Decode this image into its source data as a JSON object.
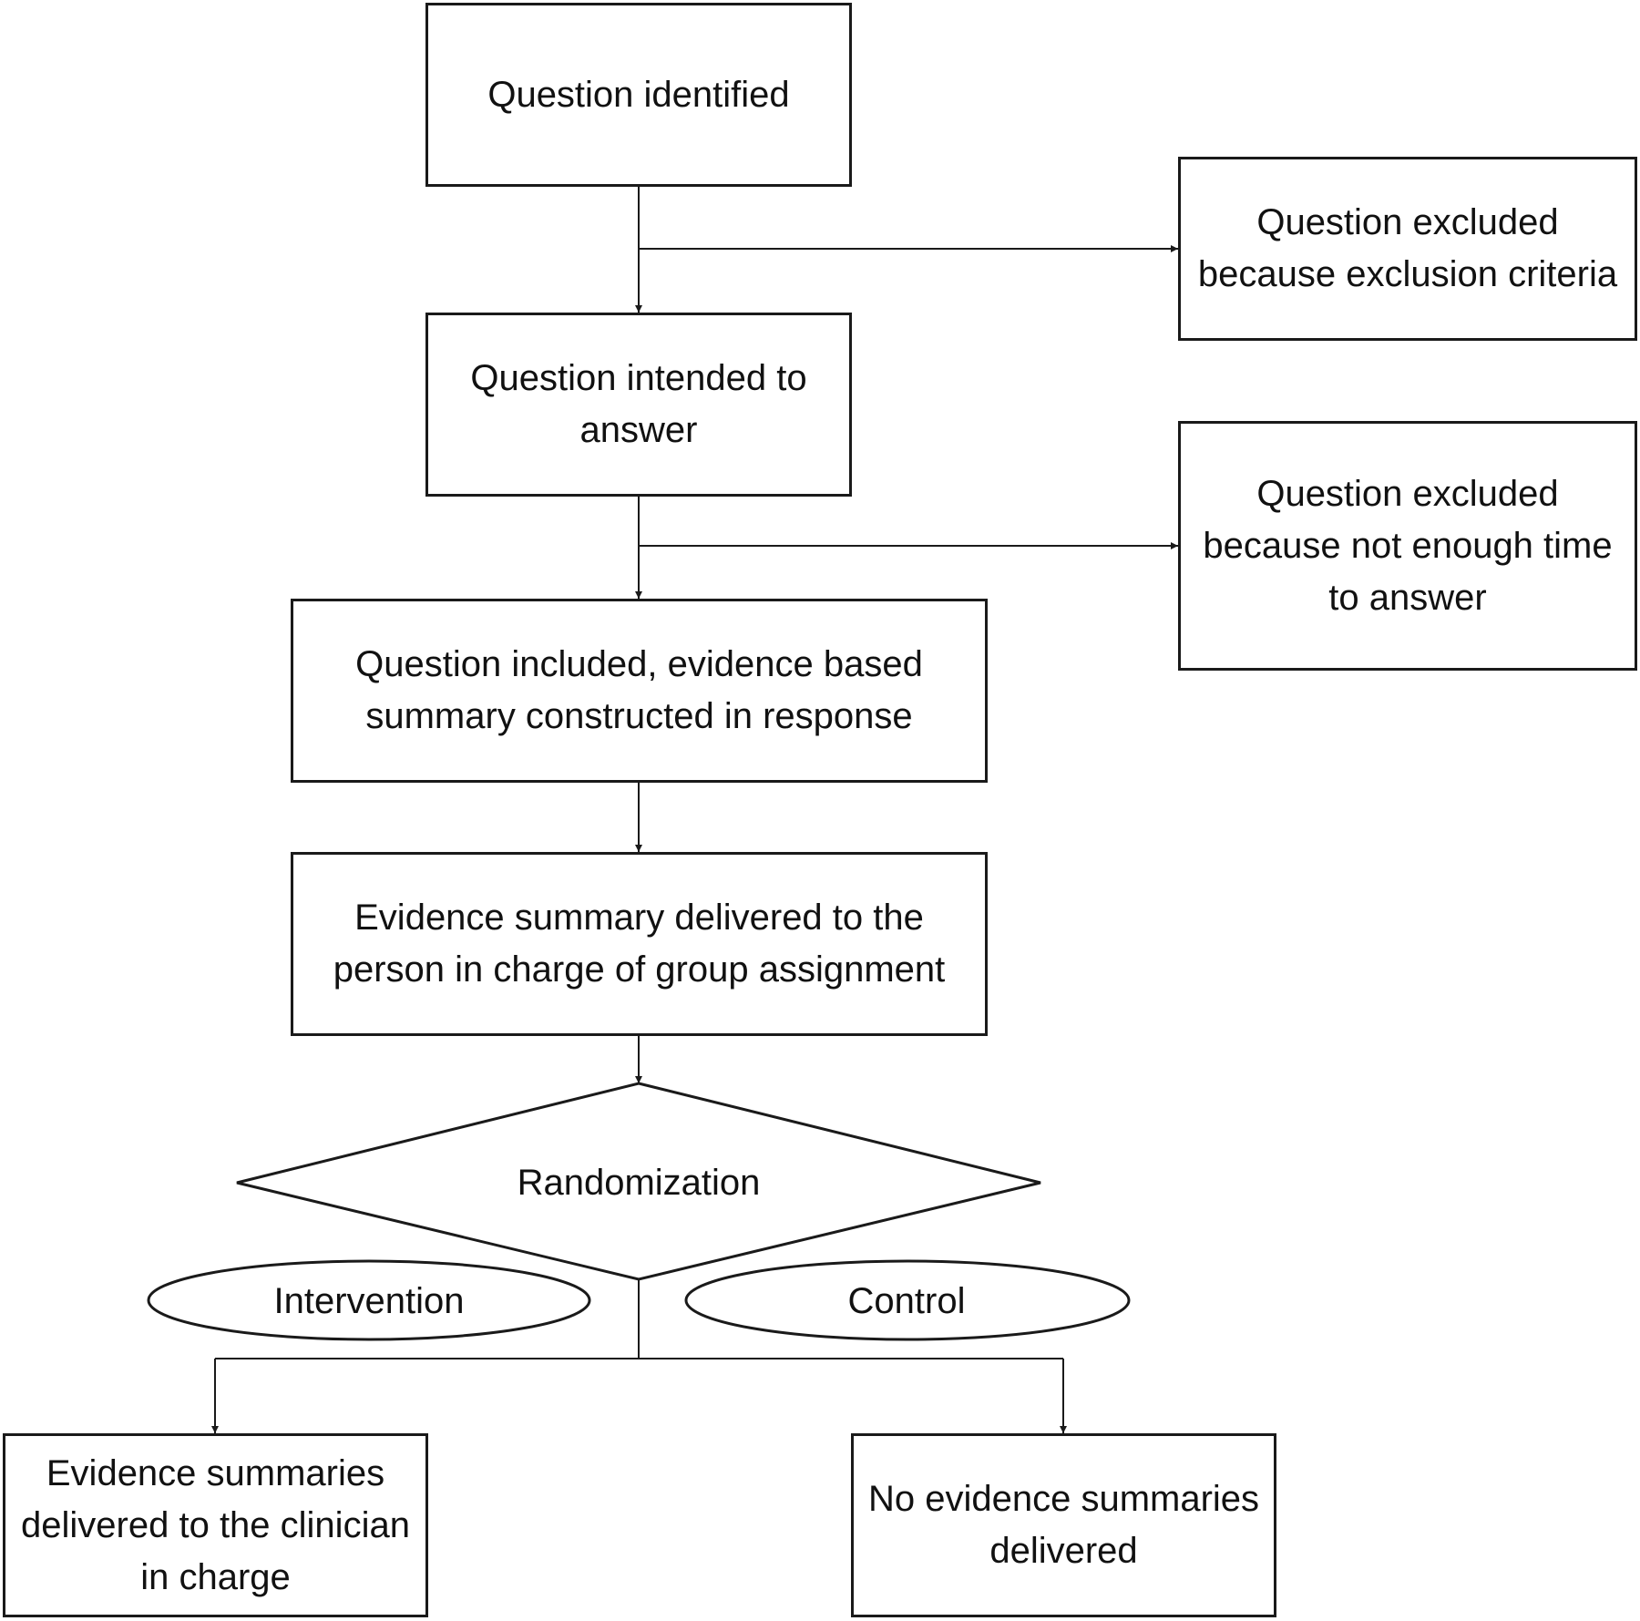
{
  "nodes": {
    "question_identified": "Question identified",
    "excluded_criteria": "Question excluded because exclusion criteria",
    "intended_to_answer": "Question intended to answer",
    "excluded_time": "Question excluded because not enough time to answer",
    "included_summary": "Question included, evidence based summary constructed in response",
    "delivered_assignment": "Evidence summary delivered to the person in charge of group assignment",
    "randomization": "Randomization",
    "intervention": "Intervention",
    "control": "Control",
    "delivered_clinician": "Evidence summaries delivered to the clinician in charge",
    "no_summaries": "No evidence summaries delivered"
  }
}
